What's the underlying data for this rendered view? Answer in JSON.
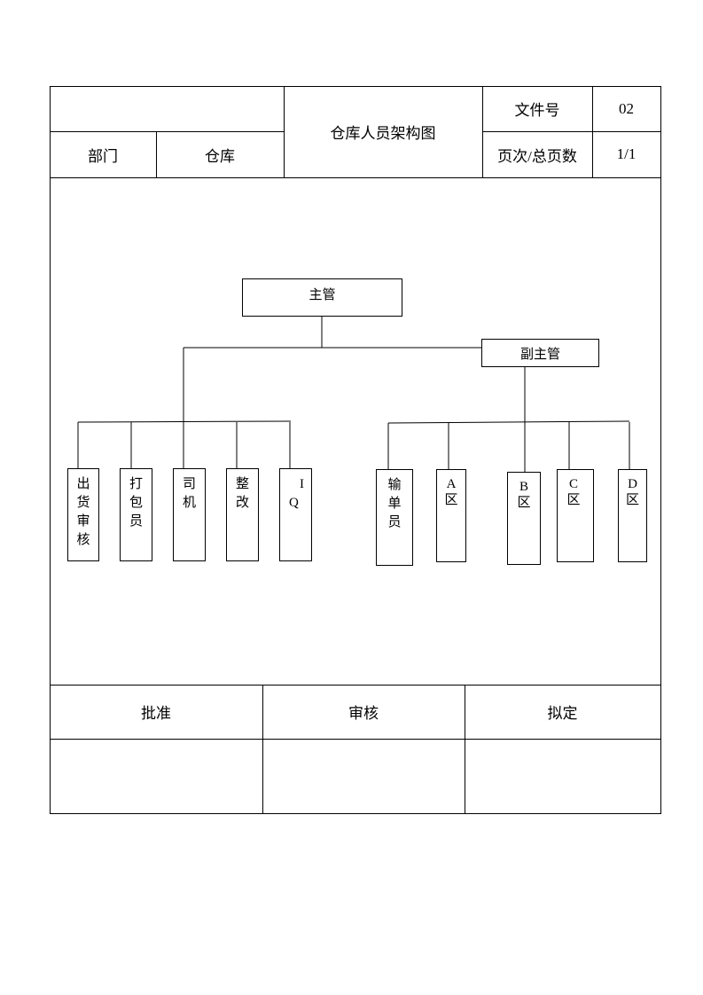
{
  "header": {
    "title": "仓库人员架构图",
    "dept_label": "部门",
    "dept_value": "仓库",
    "doc_no_label": "文件号",
    "doc_no_value": "02",
    "page_label": "页次/总页数",
    "page_value": "1/1"
  },
  "chart": {
    "supervisor": "主管",
    "deputy": "副主管",
    "left_group": [
      [
        "出",
        "货",
        "审",
        "核"
      ],
      [
        "打",
        "包",
        "员"
      ],
      [
        "司",
        "机"
      ],
      [
        "整",
        "改"
      ],
      [
        "I",
        "Q"
      ]
    ],
    "right_group": [
      [
        "输",
        "单",
        "员"
      ],
      [
        "A",
        "区"
      ],
      [
        "B",
        "区"
      ],
      [
        "C",
        "区"
      ],
      [
        "D",
        "区"
      ]
    ]
  },
  "footer": {
    "approve_label": "批准",
    "review_label": "审核",
    "draft_label": "拟定"
  }
}
